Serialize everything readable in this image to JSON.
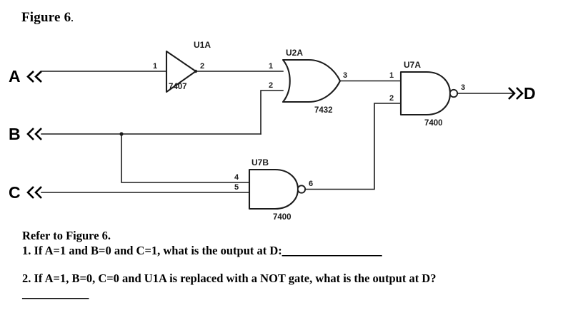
{
  "figure": {
    "title": "Figure 6",
    "title_suffix": "."
  },
  "circuit": {
    "inputs": [
      {
        "name": "input-a",
        "label": "A"
      },
      {
        "name": "input-b",
        "label": "B"
      },
      {
        "name": "input-c",
        "label": "C"
      }
    ],
    "outputs": [
      {
        "name": "output-d",
        "label": "D"
      }
    ],
    "gates": [
      {
        "id": "U1A",
        "type": "buffer",
        "ref": "U1A",
        "part": "7407",
        "pins": {
          "in1": "1",
          "out": "2"
        }
      },
      {
        "id": "U2A",
        "type": "or",
        "ref": "U2A",
        "part": "7432",
        "pins": {
          "in1": "1",
          "in2": "2",
          "out": "3"
        }
      },
      {
        "id": "U7A",
        "type": "nand",
        "ref": "U7A",
        "part": "7400",
        "pins": {
          "in1": "1",
          "in2": "2",
          "out": "3"
        }
      },
      {
        "id": "U7B",
        "type": "nand",
        "ref": "U7B",
        "part": "7400",
        "pins": {
          "in1": "4",
          "in2": "5",
          "out": "6"
        }
      }
    ]
  },
  "questions": {
    "intro": "Refer to Figure 6.",
    "q1": "1. If A=1 and B=0 and C=1, what is the output at D:",
    "q1_blank": "__________________",
    "q2": "2. If A=1, B=0, C=0 and U1A is replaced with a NOT gate, what is the output at D?",
    "q2_blank": "____________"
  }
}
